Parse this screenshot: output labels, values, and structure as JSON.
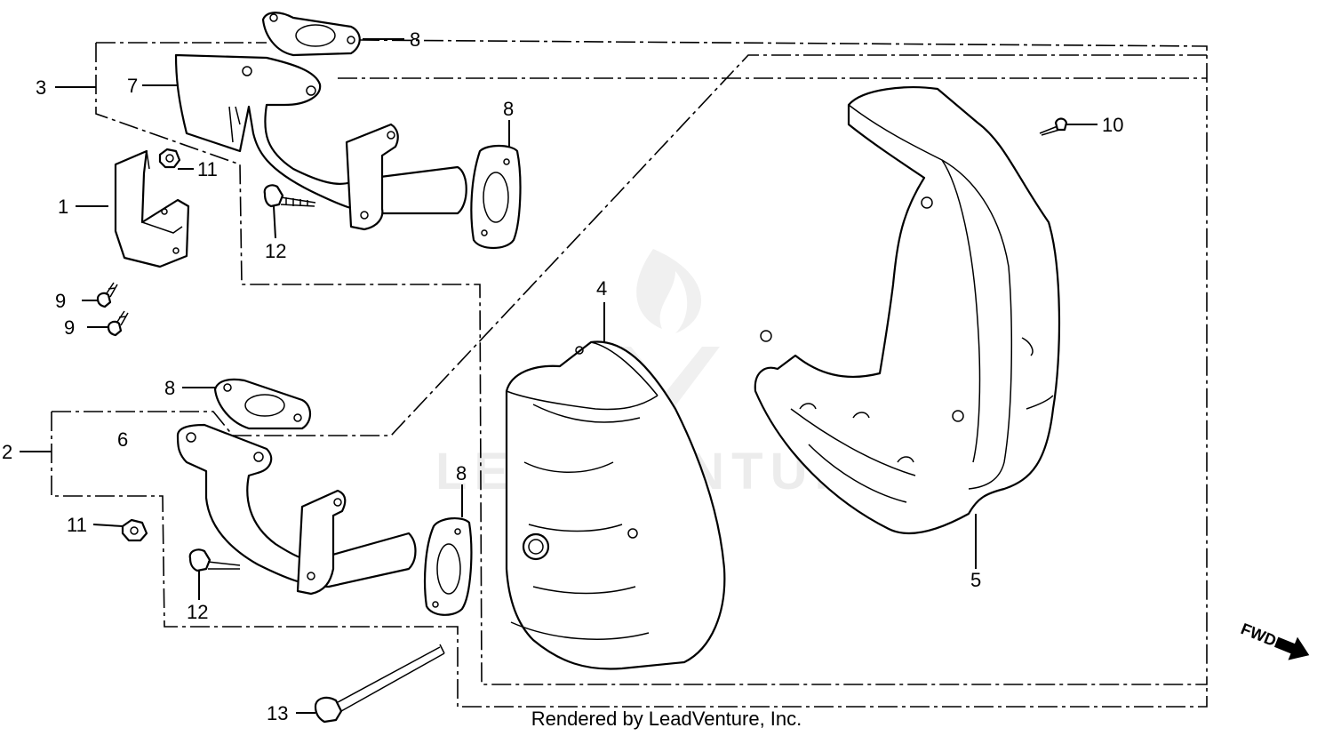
{
  "diagram": {
    "labels": {
      "l1": "1",
      "l2": "2",
      "l3": "3",
      "l4": "4",
      "l5": "5",
      "l6": "6",
      "l7": "7",
      "l8a": "8",
      "l8b": "8",
      "l8c": "8",
      "l8d": "8",
      "l9a": "9",
      "l9b": "9",
      "l10": "10",
      "l11a": "11",
      "l11b": "11",
      "l12a": "12",
      "l12b": "12",
      "l13": "13"
    },
    "fwd_label": "FWD",
    "watermark": "LEADVENTURE",
    "footer": "Rendered by LeadVenture, Inc."
  }
}
